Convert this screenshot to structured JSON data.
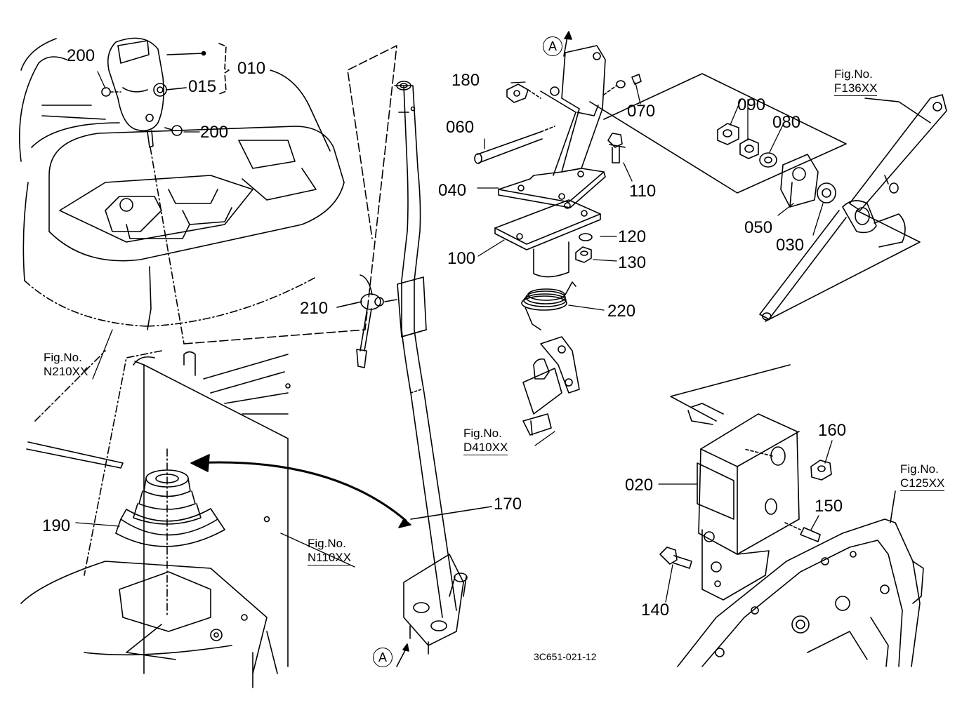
{
  "parts": {
    "p010": "010",
    "p015": "015",
    "p200a": "200",
    "p200b": "200",
    "p020": "020",
    "p030": "030",
    "p040": "040",
    "p050": "050",
    "p060": "060",
    "p070": "070",
    "p080": "080",
    "p090": "090",
    "p100": "100",
    "p110": "110",
    "p120": "120",
    "p130": "130",
    "p140": "140",
    "p150": "150",
    "p160": "160",
    "p170": "170",
    "p180": "180",
    "p190": "190",
    "p210": "210",
    "p220": "220"
  },
  "figrefs": {
    "n210": {
      "caption": "Fig.No.",
      "code": "N210XX"
    },
    "n110": {
      "caption": "Fig.No.",
      "code": "N110XX"
    },
    "d410": {
      "caption": "Fig.No.",
      "code": "D410XX"
    },
    "f136": {
      "caption": "Fig.No.",
      "code": "F136XX"
    },
    "c125": {
      "caption": "Fig.No.",
      "code": "C125XX"
    }
  },
  "markers": {
    "a_top": "A",
    "a_bottom": "A"
  },
  "drawing_code": "3C651-021-12"
}
